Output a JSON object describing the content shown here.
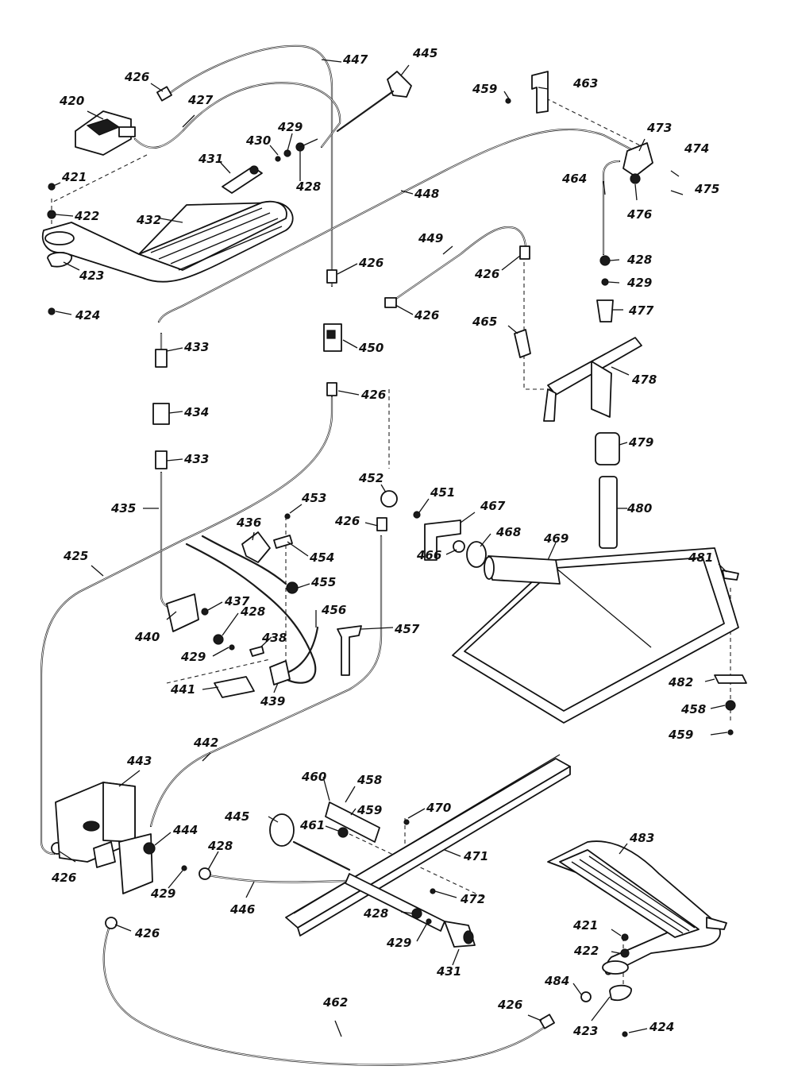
{
  "labels": {
    "p420": "420",
    "p421a": "421",
    "p422a": "422",
    "p423a": "423",
    "p424a": "424",
    "p425": "425",
    "p426a": "426",
    "p426b": "426",
    "p426c": "426",
    "p426d": "426",
    "p426e": "426",
    "p426f": "426",
    "p426g": "426",
    "p426h": "426",
    "p426i": "426",
    "p427": "427",
    "p428a": "428",
    "p428b": "428",
    "p428c": "428",
    "p428d": "428",
    "p428e": "428",
    "p429a": "429",
    "p429b": "429",
    "p429c": "429",
    "p429d": "429",
    "p429e": "429",
    "p430": "430",
    "p431a": "431",
    "p431b": "431",
    "p432": "432",
    "p433a": "433",
    "p433b": "433",
    "p434": "434",
    "p435": "435",
    "p436": "436",
    "p437": "437",
    "p438": "438",
    "p439": "439",
    "p440": "440",
    "p441": "441",
    "p442": "442",
    "p443": "443",
    "p444": "444",
    "p445a": "445",
    "p445b": "445",
    "p446": "446",
    "p447": "447",
    "p448": "448",
    "p449": "449",
    "p450": "450",
    "p451": "451",
    "p452": "452",
    "p453": "453",
    "p454": "454",
    "p455": "455",
    "p456": "456",
    "p457": "457",
    "p458a": "458",
    "p458b": "458",
    "p459a": "459",
    "p459b": "459",
    "p459c": "459",
    "p460": "460",
    "p461": "461",
    "p462": "462",
    "p463": "463",
    "p464": "464",
    "p465": "465",
    "p466": "466",
    "p467": "467",
    "p468": "468",
    "p469": "469",
    "p470": "470",
    "p471": "471",
    "p472": "472",
    "p473": "473",
    "p474": "474",
    "p475": "475",
    "p476": "476",
    "p477": "477",
    "p478": "478",
    "p479": "479",
    "p480": "480",
    "p481": "481",
    "p482": "482",
    "p483": "483",
    "p484": "484",
    "p421b": "421",
    "p422b": "422",
    "p423b": "423",
    "p424b": "424"
  }
}
